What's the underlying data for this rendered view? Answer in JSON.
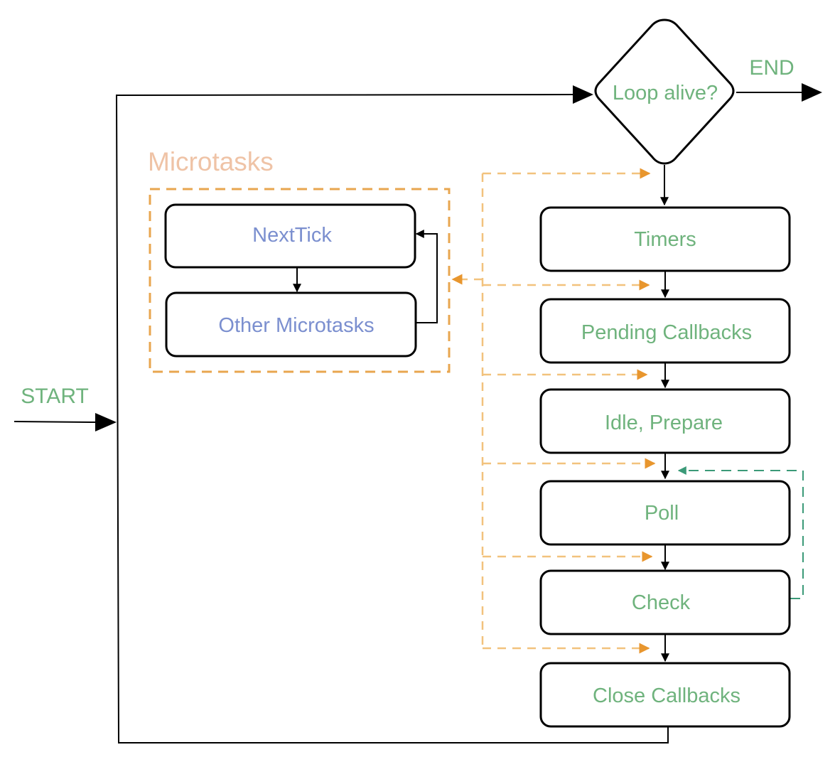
{
  "colors": {
    "phase_text": "#6fb37d",
    "micro_text": "#7b8fcf",
    "cluster_label": "#efc3a6",
    "orange_dashed": "#f2c27d",
    "orange_arrow": "#e8962e",
    "teal_dashed": "#3b9a78"
  },
  "diagram": {
    "start_label": "START",
    "end_label": "END",
    "decision_label": "Loop alive?",
    "cluster_label": "Microtasks",
    "microtasks": [
      {
        "label": "NextTick"
      },
      {
        "label": "Other Microtasks"
      }
    ],
    "phases": [
      {
        "label": "Timers"
      },
      {
        "label": "Pending Callbacks"
      },
      {
        "label": "Idle, Prepare"
      },
      {
        "label": "Poll"
      },
      {
        "label": "Check"
      },
      {
        "label": "Close Callbacks"
      }
    ]
  }
}
